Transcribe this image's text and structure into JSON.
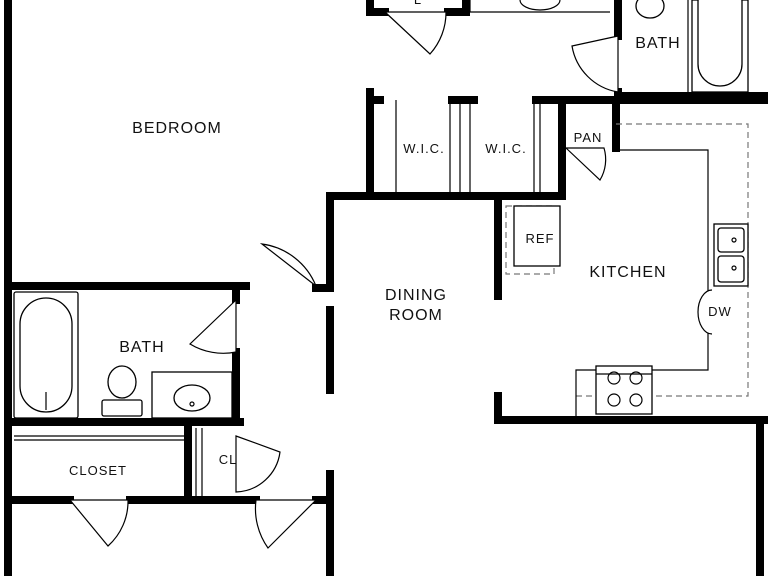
{
  "rooms": {
    "bedroom": "BEDROOM",
    "bath_left": "BATH",
    "bath_top": "BATH",
    "closet": "CLOSET",
    "cl": "CL",
    "wic_1": "W.I.C.",
    "wic_2": "W.I.C.",
    "pantry": "PAN",
    "kitchen": "KITCHEN",
    "dining_line1": "DINING",
    "dining_line2": "ROOM",
    "refrigerator": "REF",
    "dishwasher": "DW",
    "linen": "L"
  }
}
